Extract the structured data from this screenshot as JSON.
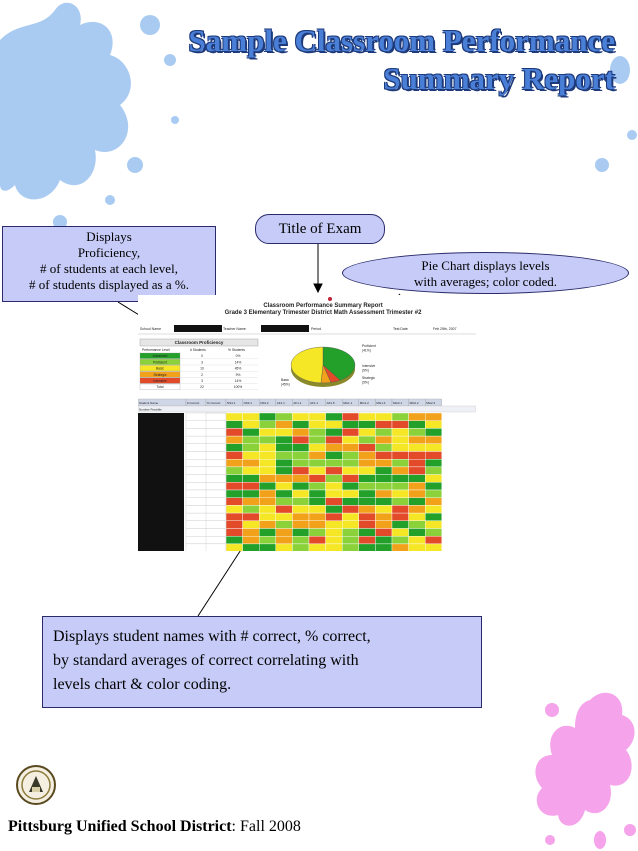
{
  "title": {
    "line1": "Sample Classroom Performance",
    "line2": "Summary Report"
  },
  "callouts": {
    "left_lines": [
      "Displays",
      "Proficiency,",
      "# of students at each level,",
      "# of students displayed as a %."
    ],
    "title_of_exam": "Title of Exam",
    "pie_lines": [
      "Pie Chart displays levels",
      "with averages; color coded."
    ],
    "bottom_lines": [
      "Displays student names with # correct, % correct,",
      "by standard averages of correct correlating with",
      "levels chart & color coding."
    ]
  },
  "report": {
    "title_line1": "Classroom Performance Summary Report",
    "title_line2": "Grade 3 Elementary Trimester District Math Assessment Trimester #2",
    "header_fields": [
      "School Name",
      "Teacher Name",
      "Period",
      "Test Date",
      "Feb 25th, 2007"
    ],
    "proficiency_title": "Classroom Proficiency",
    "proficiency_cols": [
      "Performance Level",
      "# Students",
      "% Students"
    ],
    "proficiency_rows": [
      {
        "level": "Advanced",
        "count": "0",
        "pct": "0%",
        "color": "#22a02a"
      },
      {
        "level": "Proficient",
        "count": "3",
        "pct": "14%",
        "color": "#8bd23a"
      },
      {
        "level": "Basic",
        "count": "10",
        "pct": "45%",
        "color": "#f5e626"
      },
      {
        "level": "Strategic",
        "count": "2",
        "pct": "9%",
        "color": "#f2a21a"
      },
      {
        "level": "Intensive",
        "count": "3",
        "pct": "14%",
        "color": "#e24a2a"
      },
      {
        "level": "Total",
        "count": "22",
        "pct": "100%",
        "color": "#ffffff"
      }
    ],
    "pie_labels": [
      "Proficient (41%)",
      "Intensive (5%)",
      "Strategic (5%)",
      "Basic (45%)"
    ],
    "table_header": [
      "Student Name",
      "# Correct",
      "% Correct",
      "NS4.1",
      "NS3.1",
      "NS3.2",
      "AF1.1",
      "AF1.1",
      "AF1.1",
      "AF1.5",
      "MG1.1",
      "MG1.2",
      "MG1.4",
      "MG2.1",
      "MG2.2",
      "MG2.3"
    ],
    "possible_label": "Number Possible"
  },
  "colors": {
    "title": "#4a7fd8",
    "callout_bg": "#c6ccf7",
    "splat_blue": "#a9cbf2",
    "splat_pink": "#f5a3ea",
    "advanced": "#22a02a",
    "proficient": "#8bd23a",
    "basic": "#f5e626",
    "strategic": "#f2a21a",
    "intensive": "#e24a2a"
  },
  "footer": {
    "district": "Pittsburg Unified School District",
    "term": ": Fall 2008"
  }
}
